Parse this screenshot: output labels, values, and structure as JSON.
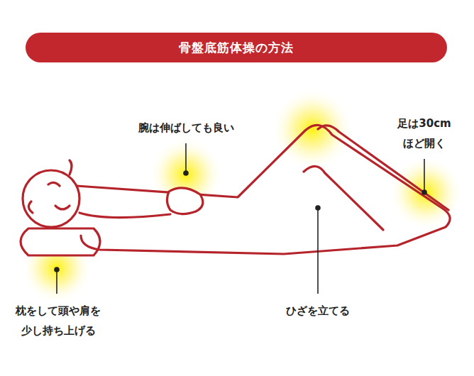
{
  "diagram": {
    "title": "骨盤底筋体操の方法",
    "labels": [
      "腕は伸ばしても良い",
      "足は30cm ほど開く",
      "枕をして頭や肩を 少し持ち上げる",
      "ひざを立てる"
    ]
  }
}
